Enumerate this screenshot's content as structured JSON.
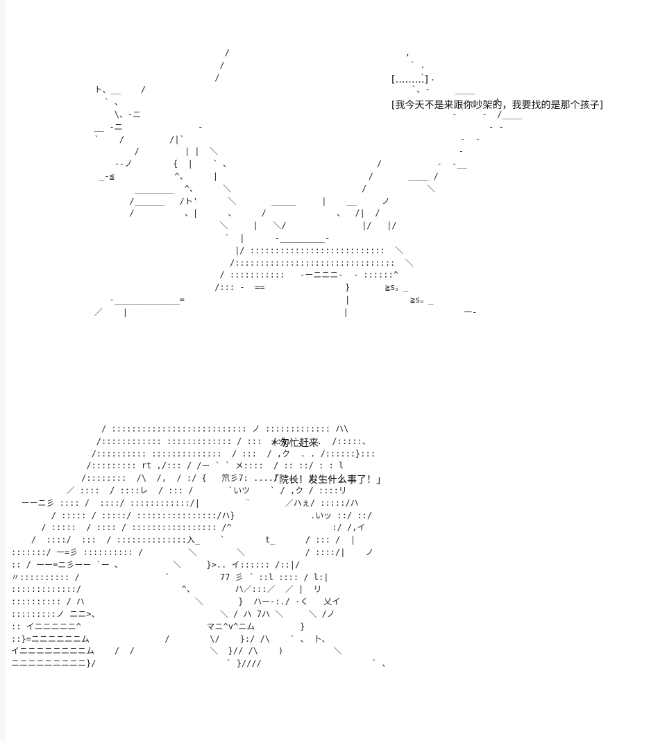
{
  "scene1": {
    "art": "                                  /                                   ,\n                                 /                                     ` .\n                                /                                        ` .\n        ト、__    /                                                     `、-     ____\n          ` 、                                                                          /\n            \\、-ニ                                                              -     -  /____\n        __ -ニ               -                                                         - -\n        `    /         /|`                                                       -  -\n                /         | |  ＼                                                -\n            --ノ        {  |    ` 、                             /           -  -__\n         _-≦            ^、     |                              /       ____ /\n                ________  ^、     ＼                          /            ＼\n               /______   /ト'      ＼       _____     |    __     ノ\n               /          、|      、     /              、  /|  /\n                                 ＼     |   ＼/               |/   |/\n                                  `  |      -_________-\n                                    |/ :::::::::::::::::::::::::::  ＼\n                                   /::::::::::::::::::::::::::::::::  ＼\n                                 / :::::::::::   -ーニニニ-  - ::::::^\n                                /::: -  ==                }       ≧s。_\n           -_____________=                                |            ≧s。_\n        ／    |                                           |                       一-",
    "dialog_top": "[………]",
    "dialog_main": "[我今天不是来跟你吵架的，我要找的是那个孩子]"
  },
  "scene2": {
    "art": "                  / ::::::::::::::::::::::::::: ノ ::::::::::::: ハ\\\n                 /:::::::::::: ::::::::::::: / :::  /:}. . . .  /:::::、\n                /:::::::::: ::::::::::::::  / :::  / ,ク  . . /::::::}:::\n               /::::::::: rt ,/::: / /ー ` ` メ::::  / :: ::/ : : l\n              /::::::::  /\\  /,  / :/ {   笊彡7: ..../ :::: /:::: |\n           ／ ::::  / ::::レ  / ::: /       `いツ    ` / ,ク / ::::リ\n  ーーニ彡 :::: /  ::::/ ::::::::::::/|         ¨       ／ハぇ/ :::::/ハ\n        / ::::: / :::::/ ::::::::::::::::/ハ}               .いッ ::/ ::/\n      / :::::  / :::: / ::::::::::::::::: /^                    :/ /,イ\n    /  ::::/  :::  / ::::::::::::::入_    `        t_      / ::: /  |\n:::::::/ ー=彡 :::::::::: /         ＼        ＼            / ::::/|    ノ\n:: / ーー=ニ彡ーー `ー 、          ＼     }>.. イ:::::: /::|/\n〃:::::::::: /                 `          77 彡 ´ ::l :::: / l:|\n:::::::::::::/                    ^、        ハ／:::／  ／ |  リ\n:::::::::: / ハ                      ＼       }  ハー-:./ -く   乂イ\n:::::::::ノ ニニ>、                        ＼ / ハ 7ハ ＼     ＼ /ノ\n:: イニニニニニ^                         マニ^v^ニム         }\n::}=ニニニニニニム               /        \\/    }:/ /\\    ` 、 卜、\nイニニニニニニニニム    /  /               ＼  }// /\\    )          ＼\nニニニニニニニニニ}/                          ` }////                      ` 、",
    "action_note": "＊匆忙赶来",
    "dialog": "「院长！发生什么事了！」"
  }
}
